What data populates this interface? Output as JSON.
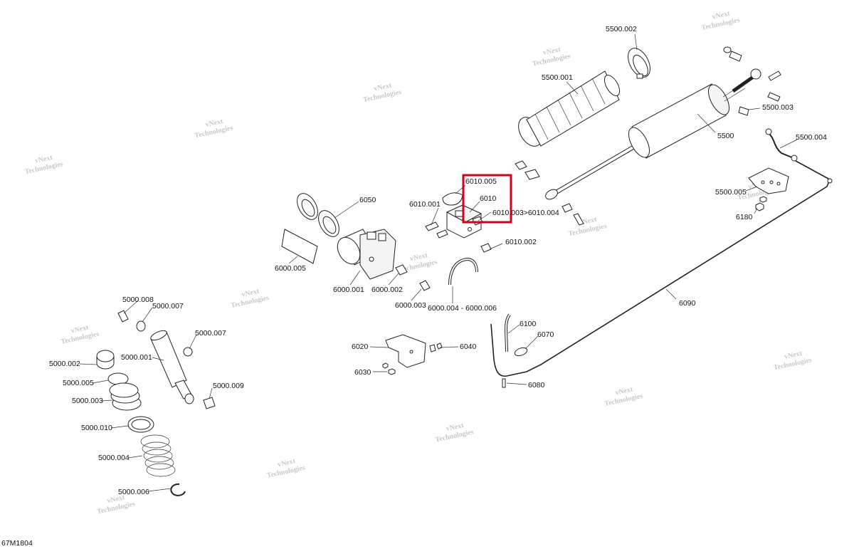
{
  "diagram_code": "67M1804",
  "watermark": {
    "line1": "vNext",
    "line2": "Technologies"
  },
  "highlight_color": "#d0021b",
  "labels": {
    "p5500_002": "5500.002",
    "p5500_001": "5500.001",
    "p5500_003": "5500.003",
    "p5500": "5500",
    "p5500_004": "5500.004",
    "p5500_005": "5500.005",
    "p6180": "6180",
    "p6010_005": "6010.005",
    "p6010": "6010",
    "p6010_003": "6010.003>6010.004",
    "p6010_001": "6010.001",
    "p6010_002": "6010.002",
    "p6050": "6050",
    "p6000_005": "6000.005",
    "p6000_001": "6000.001",
    "p6000_002": "6000.002",
    "p6000_003": "6000.003",
    "p6000_004": "6000.004 - 6000.006",
    "p6090": "6090",
    "p6100": "6100",
    "p6070": "6070",
    "p6020": "6020",
    "p6040": "6040",
    "p6030": "6030",
    "p6080": "6080",
    "p5000_008": "5000.008",
    "p5000_007a": "5000.007",
    "p5000_007b": "5000.007",
    "p5000_001": "5000.001",
    "p5000_002": "5000.002",
    "p5000_005": "5000.005",
    "p5000_003": "5000.003",
    "p5000_010": "5000.010",
    "p5000_009": "5000.009",
    "p5000_004": "5000.004",
    "p5000_006": "5000.006"
  }
}
